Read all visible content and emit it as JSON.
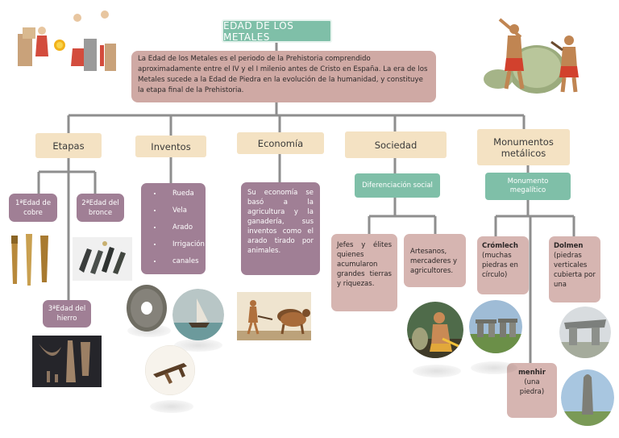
{
  "title": "EDAD DE LOS METALES",
  "intro": "La Edad de los Metales es el periodo de la Prehistoria comprendido aproximadamente entre el IV y el I milenio antes de Cristo en España. La era de los Metales sucede a la Edad de Piedra en la evolución de la humanidad, y constituye la etapa final de la Prehistoria.",
  "categories": {
    "etapas": "Etapas",
    "inventos": "Inventos",
    "economia": "Economía",
    "sociedad": "Sociedad",
    "monumentos": "Monumentos metálicos"
  },
  "etapas": {
    "cobre": "1ªEdad de cobre",
    "bronce": "2ªEdad del bronce",
    "hierro": "3ªEdad del hierro"
  },
  "inventos": [
    "Rueda",
    "Vela",
    "Arado",
    "Irrigación",
    "canales"
  ],
  "economia": "Su economía se basó a la agricultura y la ganadería, sus inventos como el arado tirado por animales.",
  "sociedad": {
    "diferenciacion": "Diferenciación social",
    "jefes": "Jefes y élites quienes acumularon grandes tierras y riquezas.",
    "artesanos": "Artesanos, mercaderes y agricultores."
  },
  "monumentos": {
    "megalitico": "Monumento megalítico",
    "cromlech_title": "Crómlech",
    "cromlech_desc": "(muchas piedras en círculo)",
    "dolmen_title": "Dolmen",
    "dolmen_desc": "(piedras verticales cubierta por una",
    "menhir_title": "menhir",
    "menhir_desc": "(una piedra)"
  },
  "colors": {
    "teal": "#7fbfa8",
    "beige": "#f4e2c3",
    "mauve": "#a07f95",
    "pink": "#d6b5b1",
    "connector": "#8a8a8a"
  }
}
